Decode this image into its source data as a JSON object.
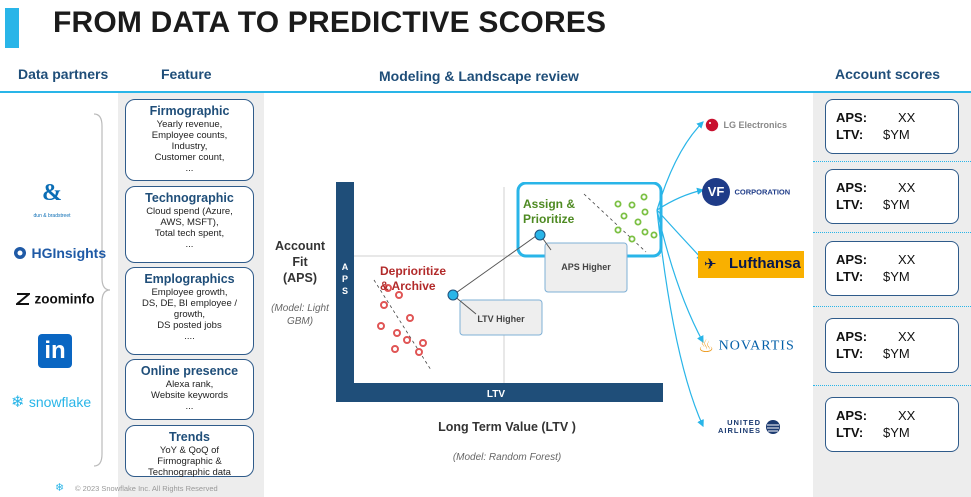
{
  "slide": {
    "title": "FROM DATA TO PREDICTIVE SCORES",
    "copyright": "© 2023 Snowflake Inc. All Rights Reserved"
  },
  "columns": {
    "partners": "Data partners",
    "feature": "Feature",
    "modeling": "Modeling & Landscape review",
    "scores": "Account scores"
  },
  "partners": [
    {
      "name": "dun & bradstreet",
      "icon": "dnb-logo-icon"
    },
    {
      "name": "HGInsights",
      "icon": "hg-insights-logo-icon"
    },
    {
      "name": "zoominfo",
      "icon": "zoominfo-logo-icon"
    },
    {
      "name": "in",
      "icon": "linkedin-logo-icon"
    },
    {
      "name": "snowflake",
      "icon": "snowflake-logo-icon"
    }
  ],
  "features": [
    {
      "title": "Firmographic",
      "desc": "Yearly revenue,\nEmployee counts,\nIndustry,\nCustomer count,\n..."
    },
    {
      "title": "Technographic",
      "desc": "Cloud spend (Azure,\nAWS, MSFT),\nTotal tech spent,\n..."
    },
    {
      "title": "Emplographics",
      "desc": "Employee growth,\nDS, DE, BI employee /\ngrowth,\nDS posted jobs\n...."
    },
    {
      "title": "Online presence",
      "desc": "Alexa rank,\nWebsite keywords\n..."
    },
    {
      "title": "Trends",
      "desc": "YoY & QoQ of\nFirmographic &\nTechnographic data"
    }
  ],
  "modeling": {
    "y_title": "Account\nFit\n(APS)",
    "y_model": "(Model: Light\nGBM)",
    "x_title": "Long Term Value (LTV )",
    "x_model": "(Model: Random Forest)"
  },
  "chart_data": {
    "type": "scatter",
    "xlabel": "LTV",
    "ylabel": "APS",
    "colors": {
      "frame": "#1f4e79",
      "deprioritize": "#e05555",
      "assign": "#7bc043",
      "highlight": "#29b5e8"
    },
    "quadrant_labels": {
      "deprioritize": "Deprioritize\n& Archive",
      "assign": "Assign &\nPrioritize",
      "ltv_higher": "LTV Higher",
      "aps_higher": "APS Higher"
    }
  },
  "companies": [
    {
      "name": "LG Electronics",
      "icon": "lg-logo-icon"
    },
    {
      "name": "CORPORATION",
      "mark": "VF",
      "icon": "vf-logo-icon"
    },
    {
      "name": "Lufthansa",
      "icon": "lufthansa-logo-icon"
    },
    {
      "name": "NOVARTIS",
      "icon": "novartis-logo-icon"
    },
    {
      "name": "UNITED\nAIRLINES",
      "icon": "united-logo-icon"
    }
  ],
  "scores": [
    {
      "aps_label": "APS:",
      "aps_value": "XX",
      "ltv_label": "LTV:",
      "ltv_value": "$YM"
    },
    {
      "aps_label": "APS:",
      "aps_value": "XX",
      "ltv_label": "LTV:",
      "ltv_value": "$YM"
    },
    {
      "aps_label": "APS:",
      "aps_value": "XX",
      "ltv_label": "LTV:",
      "ltv_value": "$YM"
    },
    {
      "aps_label": "APS:",
      "aps_value": "XX",
      "ltv_label": "LTV:",
      "ltv_value": "$YM"
    },
    {
      "aps_label": "APS:",
      "aps_value": "XX",
      "ltv_label": "LTV:",
      "ltv_value": "$YM"
    }
  ]
}
